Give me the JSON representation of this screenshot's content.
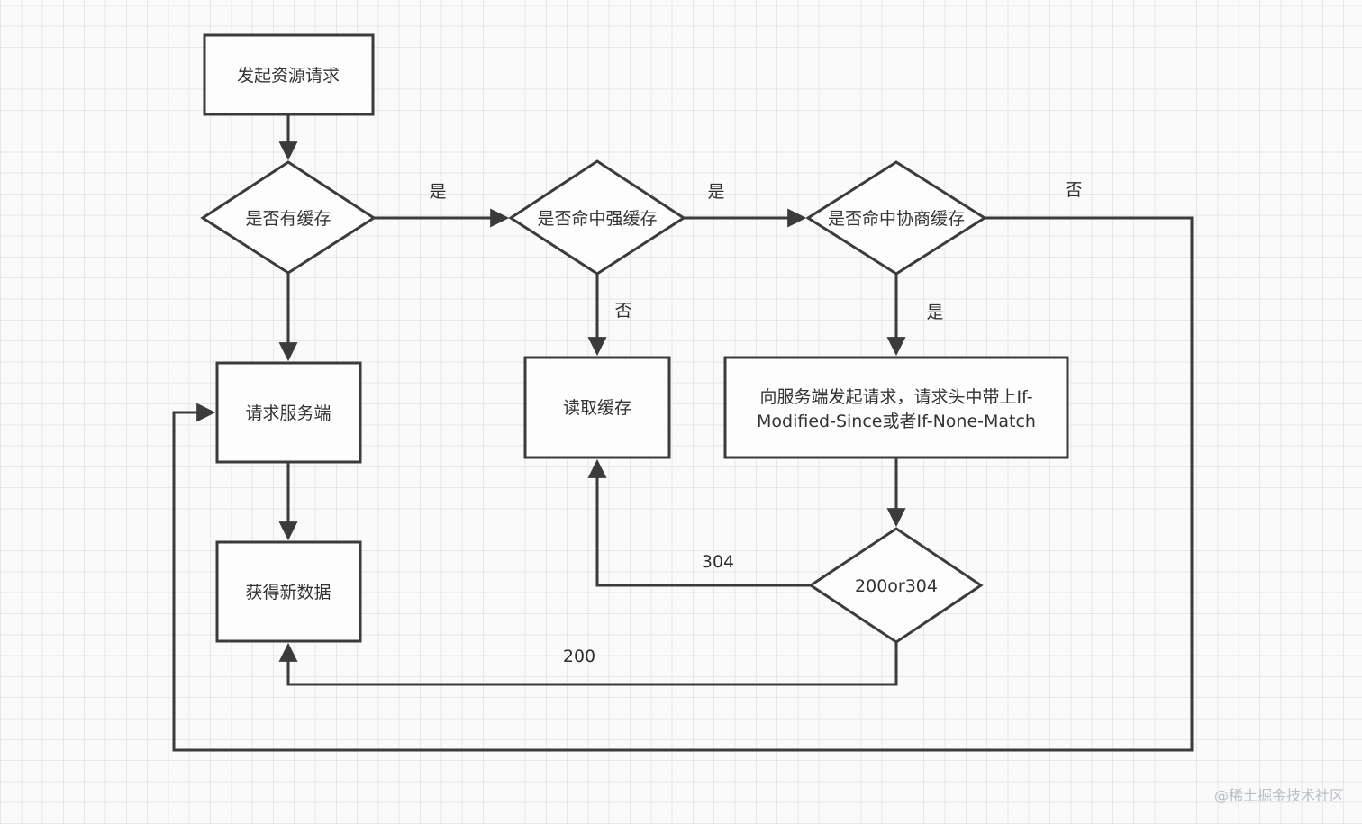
{
  "diagram": {
    "type": "flowchart",
    "topic": "HTTP cache decision flow",
    "nodes": {
      "start": "发起资源请求",
      "has_cache": "是否有缓存",
      "strong_cache": "是否命中强缓存",
      "nego_cache": "是否命中协商缓存",
      "request_server": "请求服务端",
      "read_cache": "读取缓存",
      "request_headers_line1": "向服务端发起请求，请求头中带上If-",
      "request_headers_line2": "Modified-Since或者If-None-Match",
      "new_data": "获得新数据",
      "status_code": "200or304"
    },
    "edge_labels": {
      "has_cache_yes": "是",
      "strong_cache_yes": "是",
      "nego_cache_no": "否",
      "strong_cache_no": "否",
      "nego_cache_yes": "是",
      "status_304": "304",
      "status_200": "200"
    },
    "colors": {
      "line": "#3b3b3b",
      "text": "#333333",
      "node_fill": "#fdfdfd",
      "background": "#fafafa",
      "grid": "#e8e8e8",
      "watermark": "#b9bdc4"
    },
    "watermark": "@稀土掘金技术社区"
  }
}
